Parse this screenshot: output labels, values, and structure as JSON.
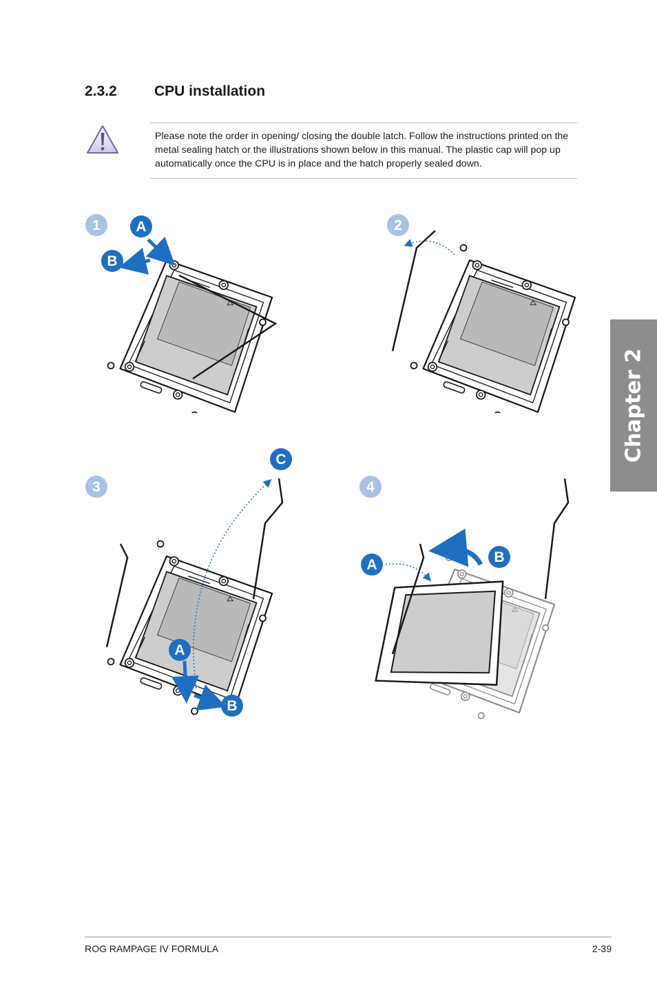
{
  "section": {
    "number": "2.3.2",
    "title": "CPU installation"
  },
  "note": {
    "icon": "warning-triangle-icon",
    "text": "Please note the order in opening/ closing the double latch. Follow the instructions printed on the metal sealing hatch or the illustrations shown below in this manual. The plastic cap will pop up automatically once the CPU is in place and the hatch properly sealed down."
  },
  "chapter_tab": "Chapter 2",
  "steps": [
    {
      "number": "1",
      "letters": [
        "A",
        "B"
      ]
    },
    {
      "number": "2",
      "letters": []
    },
    {
      "number": "3",
      "letters": [
        "C",
        "A",
        "B"
      ]
    },
    {
      "number": "4",
      "letters": [
        "A",
        "B"
      ]
    }
  ],
  "footer": {
    "left": "ROG RAMPAGE IV FORMULA",
    "right": "2-39"
  },
  "colors": {
    "accent_blue": "#1f6fc0",
    "step_badge": "#a9c1e4",
    "chapter_tab": "#8d8d8d",
    "plate": "#cfcfcf"
  }
}
